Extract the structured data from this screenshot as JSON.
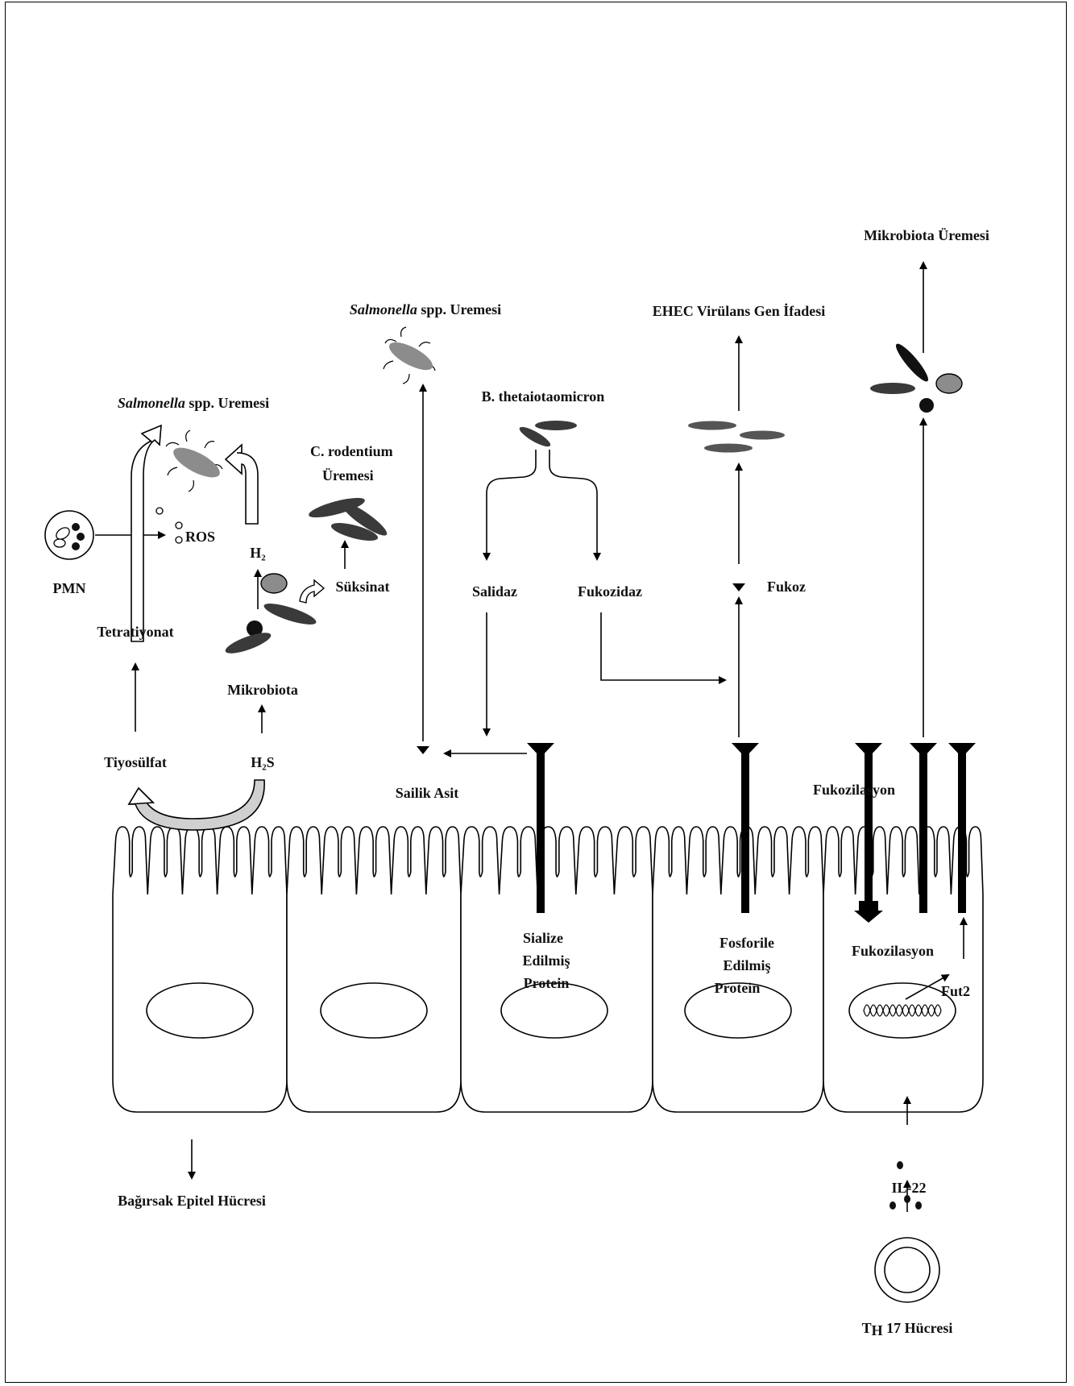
{
  "labels": {
    "mikrobiota_uremesi": "Mikrobiota Üremesi",
    "salmonella_top": "Salmonella",
    "salmonella_top_rest": " spp. Uremesi",
    "ehec": "EHEC Virülans Gen İfadesi",
    "salmonella_left": "Salmonella",
    "salmonella_left_rest": " spp. Uremesi",
    "b_theta": "B. thetaiotaomicron",
    "c_rodentium_1": "C. rodentium",
    "c_rodentium_2": "Üremesi",
    "ros": "ROS",
    "pmn": "PMN",
    "h2": "H₂",
    "suksinat": "Süksinat",
    "salidaz": "Salidaz",
    "fukozidaz": "Fukozidaz",
    "fukoz": "Fukoz",
    "tetratiyonat": "Tetratiyonat",
    "mikrobiota": "Mikrobiota",
    "tiyosulfat": "Tiyosülfat",
    "h2s": "H₂S",
    "sailik_asit": "Sailik Asit",
    "fukozilasyon_top": "Fukozilasyon",
    "sialize_1": "Sialize",
    "sialize_2": "Edilmiş",
    "sialize_3": "Protein",
    "fosforile_1": "Fosforile",
    "fosforile_2": "Edilmiş",
    "fosforile_3": "Protein",
    "fukozilasyon_bottom": "Fukozilasyon",
    "fut2": "Fut2",
    "il22": "IL-22",
    "th17_t": "T",
    "th17_h": "H",
    "th17_rest": " 17 Hücresi",
    "epitel": "Bağırsak Epitel Hücresi"
  },
  "colors": {
    "bacteria_dark": "#3a3a3a",
    "bacteria_gray": "#8c8c8c",
    "line": "#000000"
  }
}
